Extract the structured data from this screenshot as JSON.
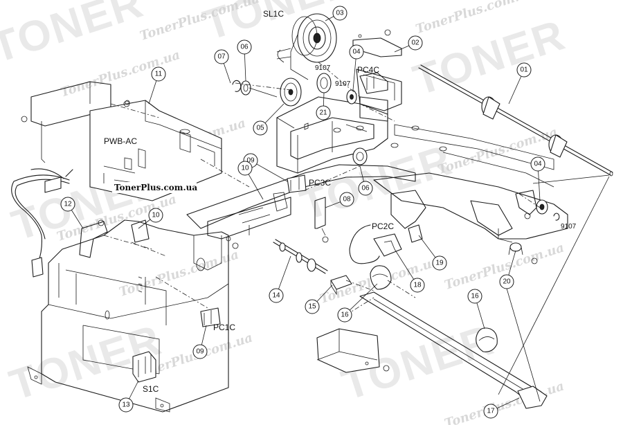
{
  "watermark": {
    "brand": "TONER",
    "site": "TonerPlus.com.ua"
  },
  "site_label": "TonerPlus.com.ua",
  "part_labels": {
    "pwb_ac": "PWB-AC",
    "sl1c": "SL1C",
    "pc4c": "PC4C",
    "pc3c": "PC3C",
    "pc2c": "PC2C",
    "pc1c": "PC1C",
    "s1c": "S1C",
    "screw_9107": "9107"
  },
  "callouts": [
    "01",
    "02",
    "03",
    "04",
    "05",
    "06",
    "07",
    "08",
    "09",
    "10",
    "11",
    "12",
    "13",
    "14",
    "15",
    "16",
    "17",
    "18",
    "19",
    "20",
    "21"
  ]
}
